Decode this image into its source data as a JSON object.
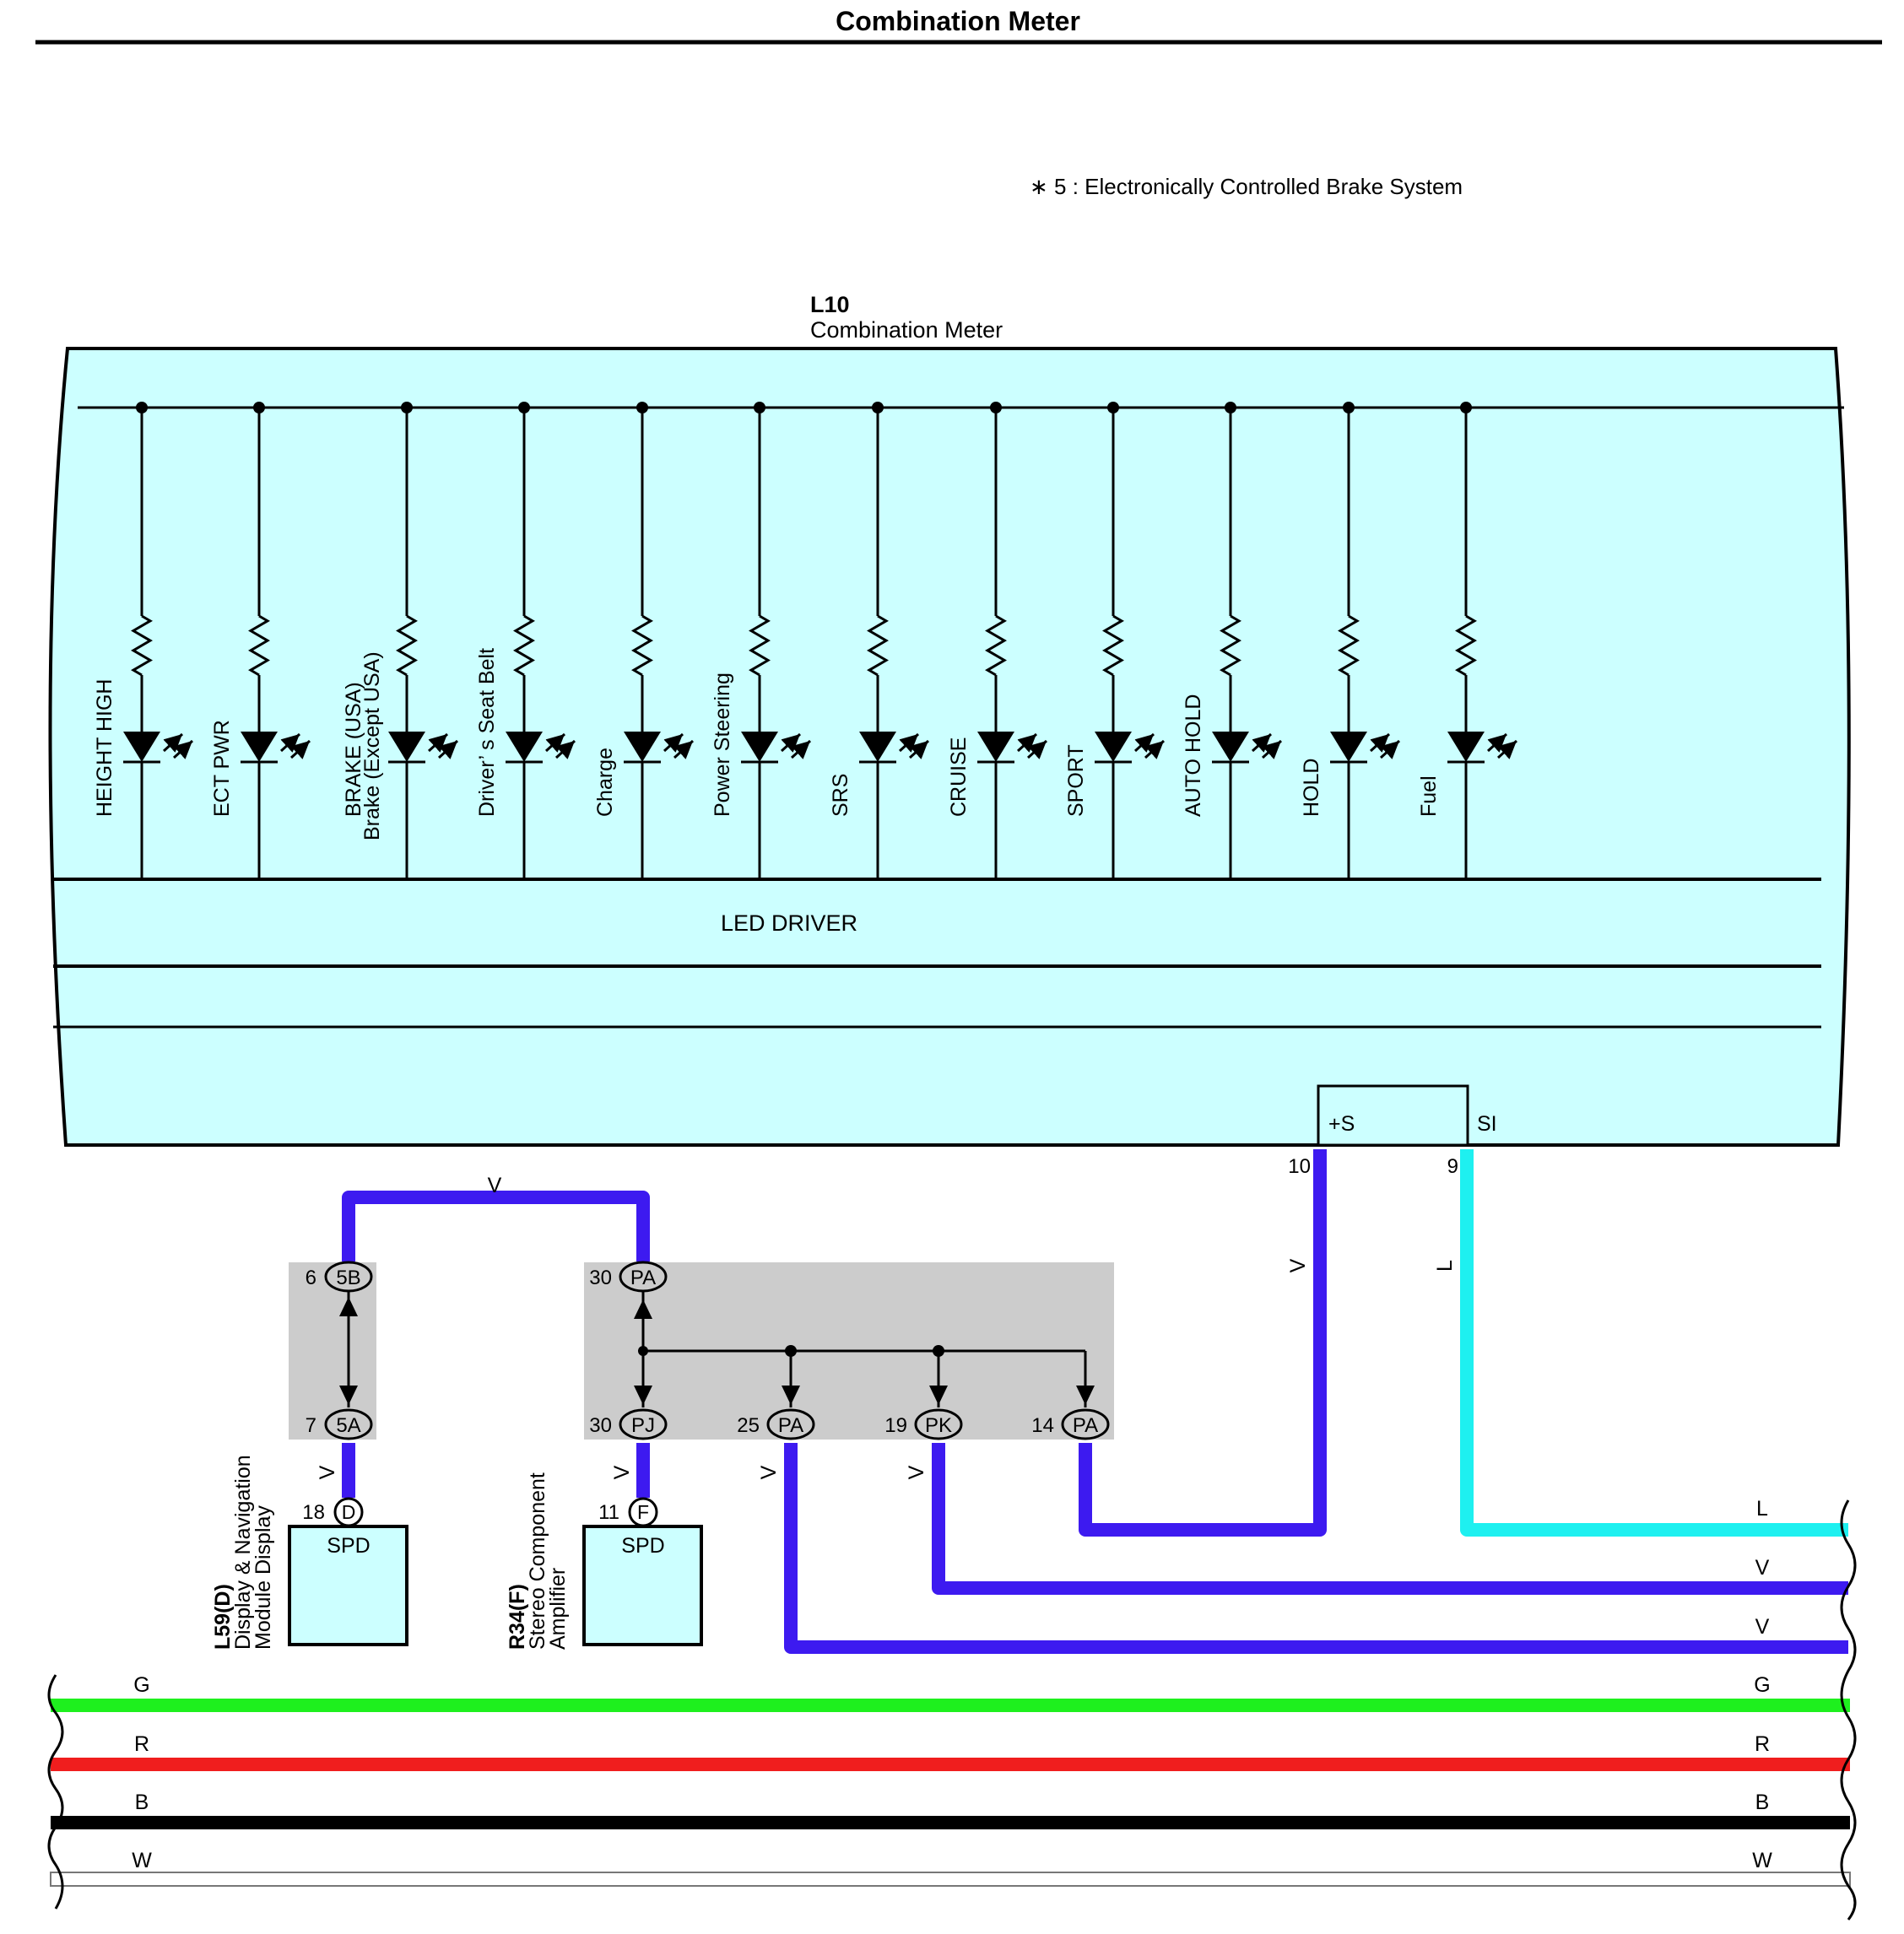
{
  "title": "Combination Meter",
  "footnote": "∗ 5 : Electronically Controlled Brake System",
  "meter": {
    "code": "L10",
    "name": "Combination Meter",
    "indicators": [
      "HEIGHT HIGH",
      "ECT PWR",
      "BRAKE (USA)",
      "Driver’ s Seat Belt",
      "Charge",
      "Power Steering",
      "SRS",
      "CRUISE",
      "SPORT",
      "AUTO HOLD",
      "HOLD",
      "Fuel"
    ],
    "indicator_line2": [
      "",
      "",
      "Brake (Except USA)",
      "",
      "",
      "",
      "",
      "",
      "",
      "",
      "",
      ""
    ],
    "led_driver": "LED DRIVER",
    "terminal_plus": "+S",
    "terminal_si": "SI",
    "pin_plus": "10",
    "pin_si": "9"
  },
  "wire_colors": {
    "V": "#3d1af0",
    "L": "#1ef0f0",
    "G": "#1ef01e",
    "R": "#f01e1e",
    "B": "#000000",
    "W": "#ffffff"
  },
  "wire_labels": {
    "top_v": "V",
    "plus_wire": "V",
    "si_wire": "L",
    "dnm_wire": "V",
    "amp_wire": "V",
    "pa25_wire": "V",
    "pk19_wire": "V"
  },
  "junction_left": {
    "top_pin": "6",
    "top_conn": "5B",
    "bottom_pin": "7",
    "bottom_conn": "5A"
  },
  "junction_right": {
    "top_pin": "30",
    "top_conn": "PA",
    "bottoms": [
      {
        "pin": "30",
        "conn": "PJ"
      },
      {
        "pin": "25",
        "conn": "PA"
      },
      {
        "pin": "19",
        "conn": "PK"
      },
      {
        "pin": "14",
        "conn": "PA"
      }
    ]
  },
  "display_module": {
    "code": "L59(D)",
    "name_line1": "Display & Navigation",
    "name_line2": "Module Display",
    "pin": "18",
    "conn": "D",
    "box_label": "SPD"
  },
  "amplifier": {
    "code": "R34(F)",
    "name_line1": "Stereo Component",
    "name_line2": "Amplifier",
    "pin": "11",
    "conn": "F",
    "box_label": "SPD"
  },
  "right_bus_labels": [
    "L",
    "V",
    "V"
  ],
  "bus_lines": [
    {
      "name": "G",
      "color": "#1ef01e"
    },
    {
      "name": "R",
      "color": "#f01e1e"
    },
    {
      "name": "B",
      "color": "#000000"
    },
    {
      "name": "W",
      "color": "#ffffff"
    }
  ]
}
